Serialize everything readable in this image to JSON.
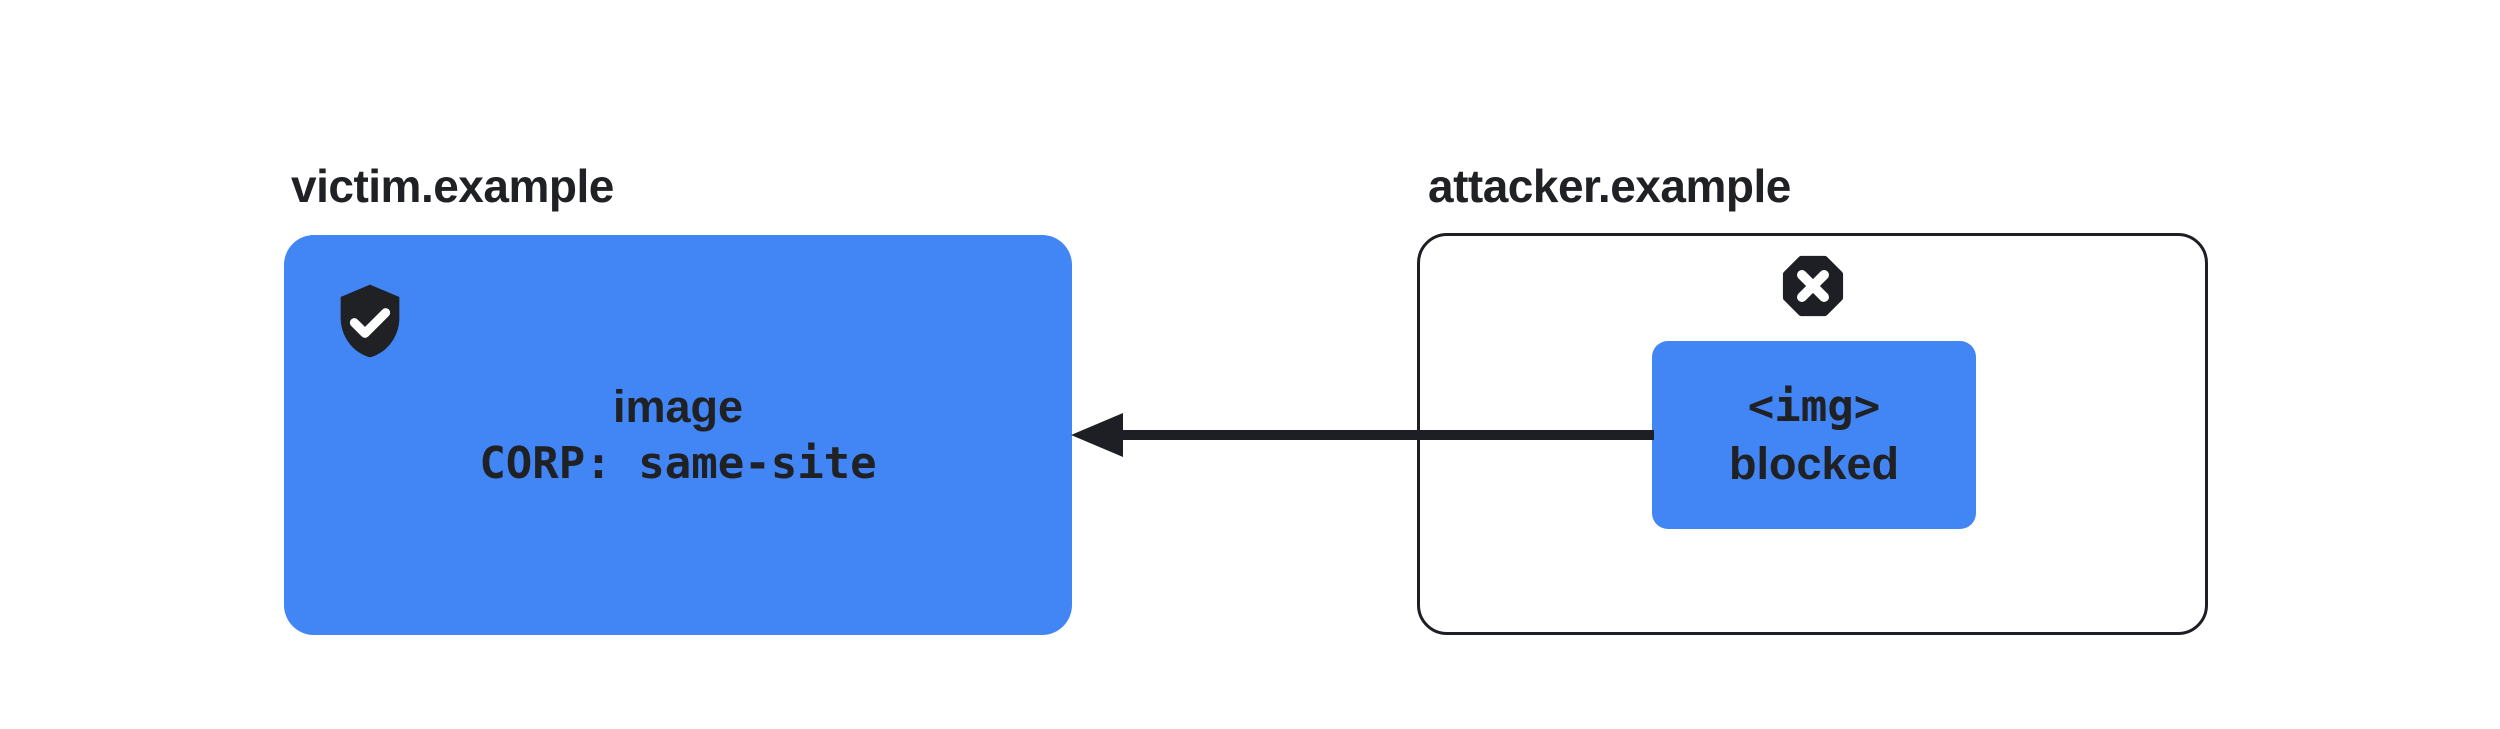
{
  "diagram": {
    "background": "#ffffff",
    "colors": {
      "accent_blue": "#4285F4",
      "ink": "#202124",
      "outline": "#1d1f24"
    },
    "victim": {
      "domain_label": "victim.example",
      "status_icon": "shield-check",
      "resource_type": "image",
      "corp_header": "CORP: same-site"
    },
    "attacker": {
      "domain_label": "attacker.example",
      "status_icon": "blocked-octagon",
      "request_tag": "<img>",
      "request_result": "blocked"
    },
    "arrow": {
      "from": "attacker.example",
      "to": "victim.example",
      "direction": "left"
    }
  }
}
